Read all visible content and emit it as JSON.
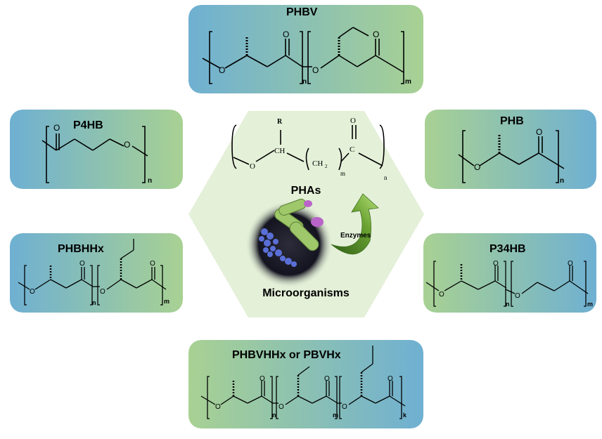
{
  "center": {
    "label": "PHAs",
    "subtitle": "Microorganisms",
    "enzymes": "Enzymes",
    "atoms": {
      "r": "R",
      "ch": "CH",
      "ch2": "CH",
      "sub2": "2",
      "c": "C",
      "o_carbonyl": "O",
      "o_ester": "O",
      "m": "m",
      "n": "n"
    }
  },
  "polymers": {
    "phbv": {
      "name": "PHBV",
      "sub1": "n",
      "sub2": "m"
    },
    "p4hb": {
      "name": "P4HB",
      "sub1": "n"
    },
    "phb": {
      "name": "PHB",
      "sub1": "n"
    },
    "phbhhx": {
      "name": "PHBHHx",
      "sub1": "n",
      "sub2": "m"
    },
    "p34hb": {
      "name": "P34HB",
      "sub1": "n",
      "sub2": "m"
    },
    "phbvhhx": {
      "name": "PHBVHHx or PBVHx",
      "sub1": "n",
      "sub2": "m",
      "sub3": "k"
    }
  },
  "colors": {
    "blue": "#6fb0d2",
    "green": "#a8d193",
    "hexagon": "#e4f0d8",
    "arrow": "#6aa232"
  }
}
